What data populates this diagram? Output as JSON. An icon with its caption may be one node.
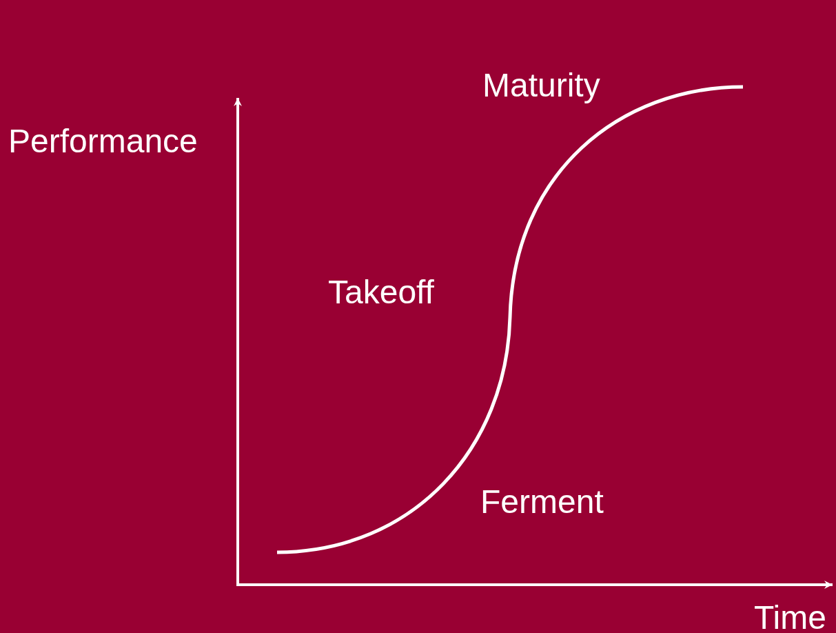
{
  "diagram": {
    "labels": [
      "Maturity",
      "Performance",
      "Takeoff",
      "Ferment",
      "Time"
    ]
  }
}
